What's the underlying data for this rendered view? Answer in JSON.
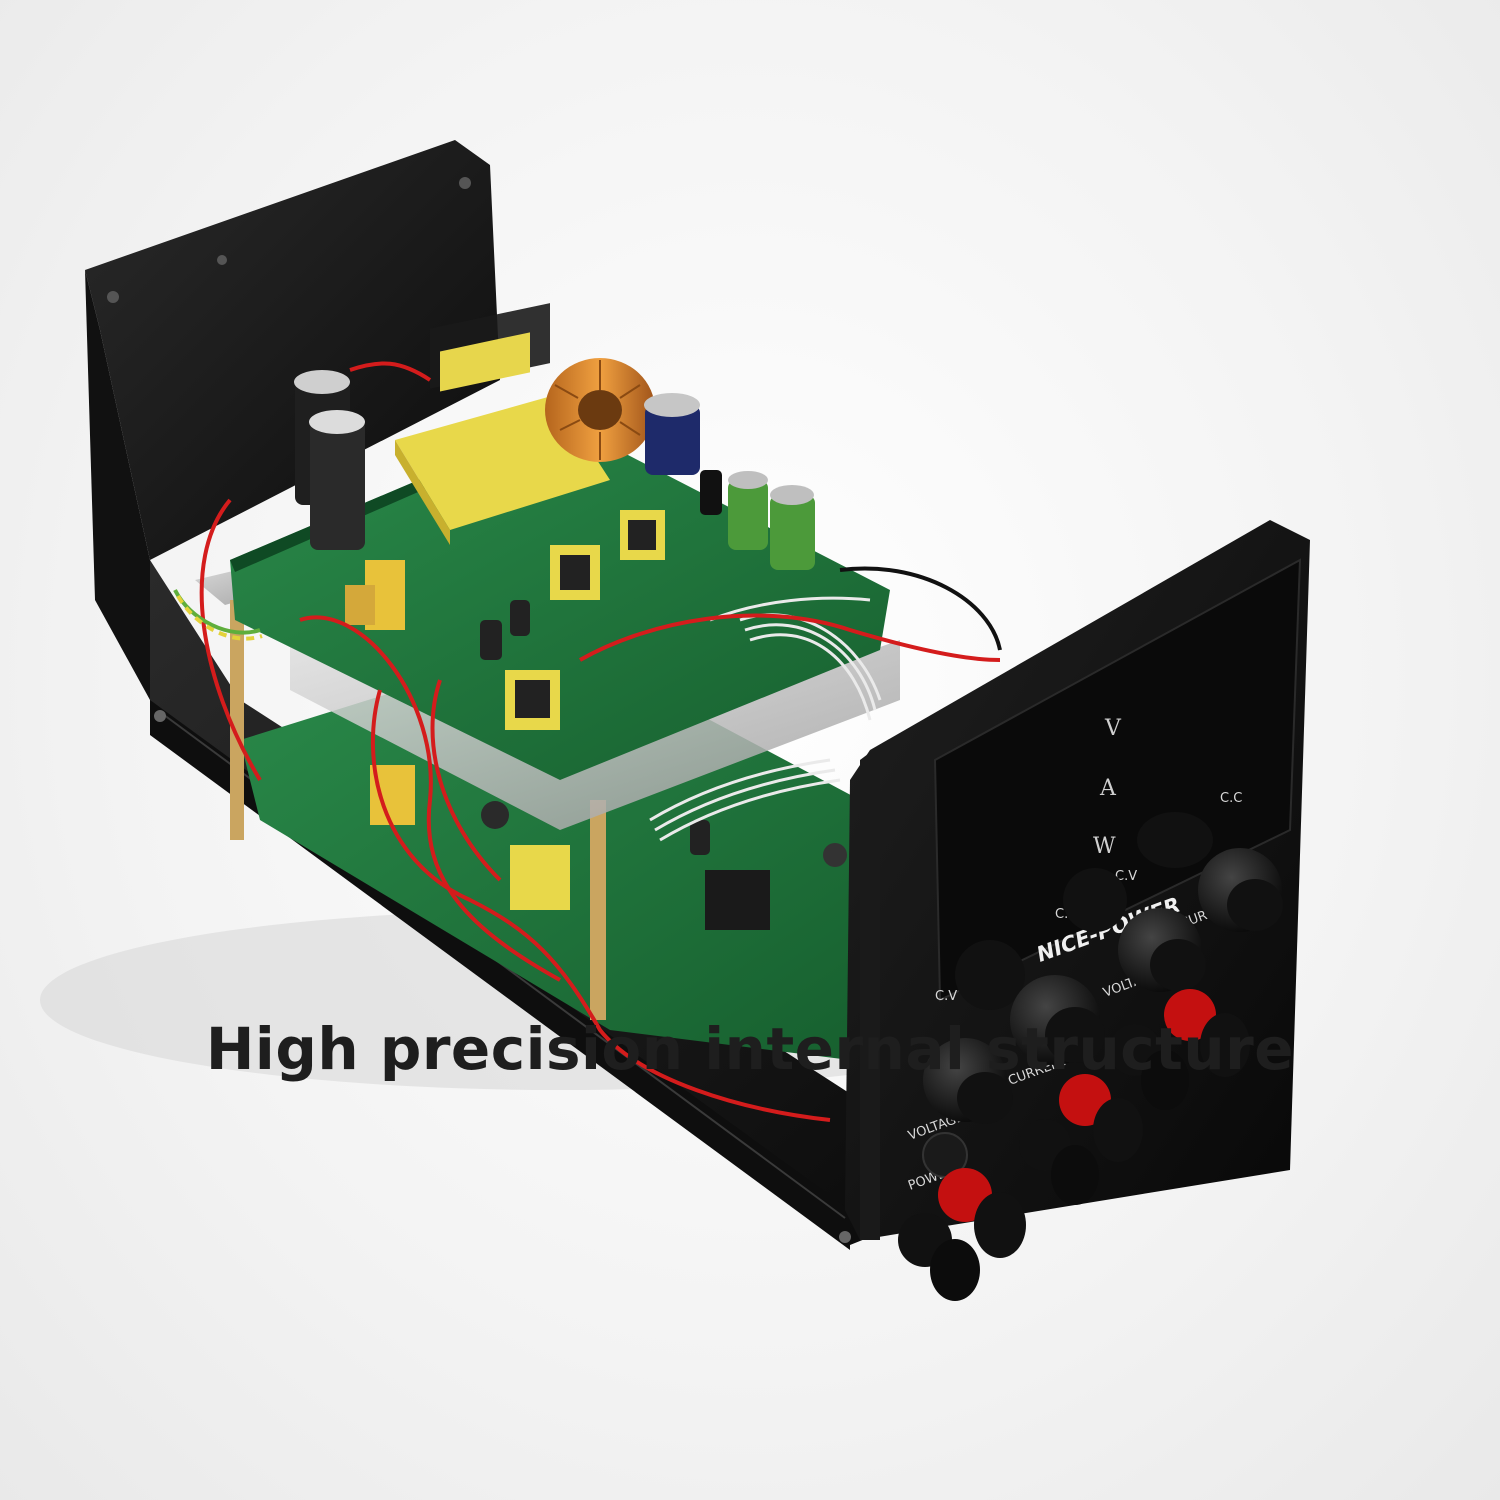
{
  "caption": "High precision internal structure",
  "panel": {
    "brand": "NICE-POWER",
    "meter_letters": [
      "V",
      "A",
      "W"
    ],
    "labels": {
      "cc_top": "C.C",
      "cv_mid": "C.V",
      "cc_mid": "C.C",
      "cv_low": "C.V",
      "current_top": "CURRENT",
      "voltage_top": "VOLTAGE",
      "current_low": "CURRENT",
      "voltage_low": "VOLTAGE",
      "power": "POWER"
    }
  },
  "colors": {
    "pcb": "#1f7a3e",
    "chassis": "#151515",
    "transformer": "#e8d84a",
    "wire_red": "#d41c1c"
  }
}
